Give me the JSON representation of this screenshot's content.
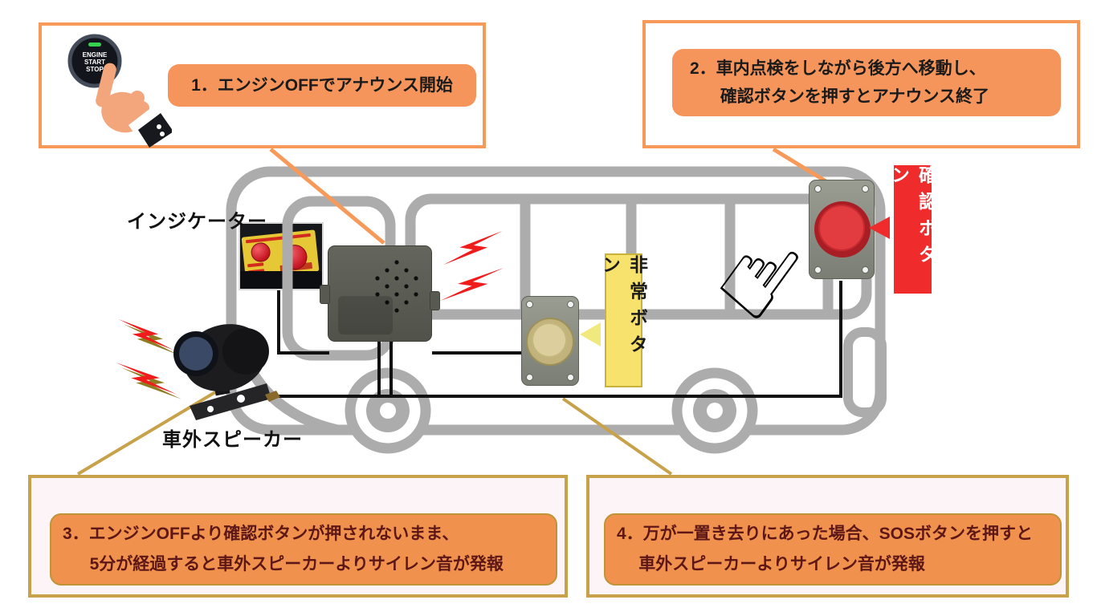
{
  "steps": {
    "step1": {
      "label": "1．エンジンOFFでアナウンス開始"
    },
    "step2": {
      "line1": "2．車内点検をしながら後方へ移動し、",
      "line2": "確認ボタンを押すとアナウンス終了"
    },
    "step3": {
      "line1": "3．エンジンOFFより確認ボタンが押されないまま、",
      "line2": "5分が経過すると車外スピーカーよりサイレン音が発報"
    },
    "step4": {
      "line1": "4．万が一置き去りにあった場合、SOSボタンを押すと",
      "line2": "車外スピーカーよりサイレン音が発報"
    }
  },
  "labels": {
    "indicator": "インジケーター",
    "external_speaker": "車外スピーカー",
    "emergency_button": "非常ボタン",
    "confirm_button": "確認ボタン"
  },
  "engine_button": {
    "line1": "ENGINE",
    "line2": "START",
    "line3": "STOP"
  },
  "icons": {
    "pressing_hand": "hand-pressing-engine-button",
    "pointing_hand": "line-art-hand-pointing-at-confirm-button",
    "siren_bolts": "red-lightning-bolts",
    "bus": "bus-outline"
  },
  "colors": {
    "accent_orange": "#F79A59",
    "pill_orange": "#F5955C",
    "pill_orange_deep": "#F0924E",
    "callout_gold_border": "#C8A24B",
    "maroon_text": "#5E1717",
    "bus_gray": "#ACACAC",
    "wire_black": "#111111",
    "emergency_label_yellow": "#F8E26E",
    "confirm_label_red": "#EF2B2B",
    "bolt_red": "#F01B1B"
  }
}
